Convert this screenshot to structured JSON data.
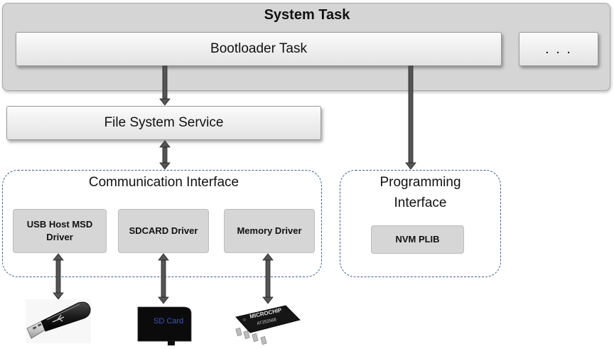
{
  "system_task": {
    "title": "System Task"
  },
  "bootloader_task": {
    "label": "Bootloader Task"
  },
  "more_tasks": {
    "label": ". . ."
  },
  "file_system_service": {
    "label": "File System Service"
  },
  "communication_interface": {
    "title": "Communication Interface",
    "drivers": [
      {
        "line1": "USB Host MSD",
        "line2": "Driver"
      },
      {
        "label": "SDCARD Driver"
      },
      {
        "label": "Memory Driver"
      }
    ]
  },
  "programming_interface": {
    "title_line1": "Programming",
    "title_line2": "Interface",
    "plib": "NVM PLIB"
  },
  "devices": {
    "sd_card_label": "SD Card",
    "chip_brand": "MICROCHIP",
    "chip_part": "AT25256B"
  },
  "colors": {
    "dashed_border": "#3e5f8f",
    "arrow": "#555555",
    "box_fill": "#d6d6d6",
    "system_fill": "#d5d5d5"
  }
}
